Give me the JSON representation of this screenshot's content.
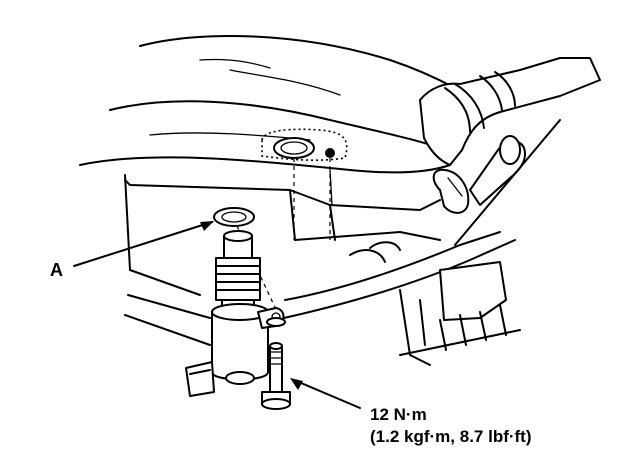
{
  "callouts": {
    "part_a": "A",
    "torque_nm": "12 N·m",
    "torque_alt": "(1.2 kgf·m, 8.7 lbf·ft)"
  },
  "colors": {
    "line": "#000000",
    "background": "#ffffff"
  }
}
